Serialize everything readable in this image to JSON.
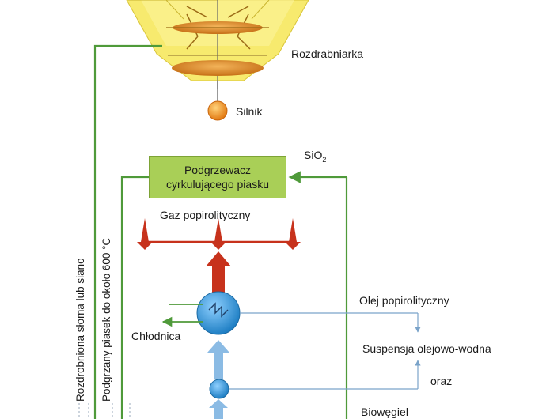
{
  "labels": {
    "shredder": "Rozdrabniarka",
    "motor": "Silnik",
    "silica": "SiO",
    "silica_sub": "2",
    "heater_line1": "Podgrzewacz",
    "heater_line2": "cyrkulującego piasku",
    "gas": "Gaz popirolityczny",
    "pyro_oil": "Olej popirolityczny",
    "suspension": "Suspensja olejowo-wodna",
    "and": "oraz",
    "biochar": "Biowęgiel",
    "cooler": "Chłodnica",
    "straw_feed": "Rozdrobniona słoma lub siano",
    "sand_feed": "Podgrzany piasek do około 600 °C"
  },
  "colors": {
    "hopper_fill": "#f7ea6e",
    "disc": "#e0902a",
    "line_green": "#4f9a3a",
    "heater_box": "#a9cf57",
    "gas_red": "#c7321c",
    "cooler_blue": "#3f97d3",
    "arrow_light_blue": "#8bbbe4",
    "oil_line": "#7aa3c9"
  }
}
